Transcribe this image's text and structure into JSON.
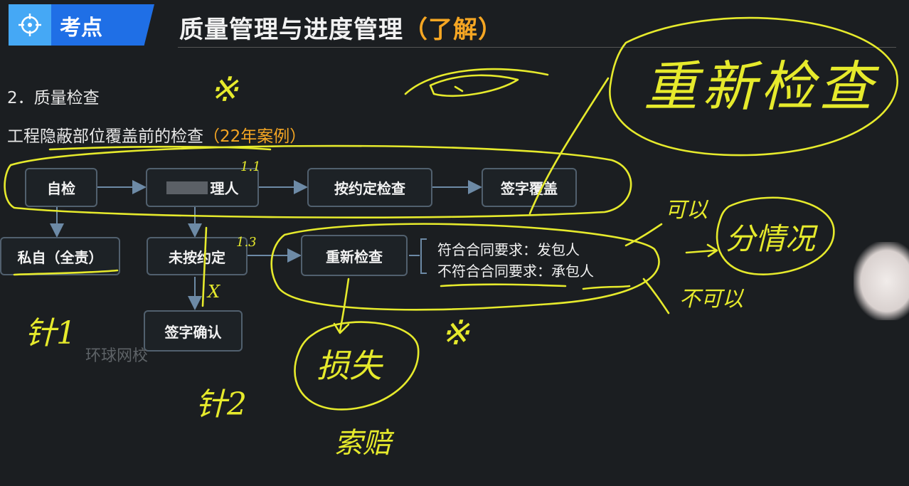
{
  "header": {
    "badge_label": "考点",
    "badge_icon": "crosshair-icon",
    "title_main": "质量管理与进度管理",
    "title_highlight": "（了解）"
  },
  "section": {
    "title": "2．质量检查",
    "subtitle": "工程隐蔽部位覆盖前的检查",
    "subtitle_tag": "（22年案例）"
  },
  "flow": {
    "self_check": "自检",
    "notify": "理人",
    "inspect": "按约定检查",
    "sign_cover": "签字覆盖",
    "private": "私自（全责）",
    "not_on_time": "未按约定",
    "recheck": "重新检查",
    "sign_confirm": "签字确认"
  },
  "notes": {
    "line1": "符合合同要求：发包人",
    "line2": "不符合合同要求：承包人"
  },
  "watermark": "环球网校",
  "handwriting": {
    "recheck": "重新检查",
    "depends": "分情况",
    "can": "可以",
    "loss": "损失",
    "compensate": "索赔",
    "mark1": "针1",
    "mark2": "针2",
    "star1": "※",
    "star2": "※",
    "step_1_1": "1.1",
    "step_1_3": "1.3",
    "cross": "X"
  },
  "colors": {
    "brand_blue": "#1f6fe6",
    "highlight_orange": "#f5a623",
    "annotation_yellow": "#e6ea2c",
    "box_border": "#51606e"
  }
}
